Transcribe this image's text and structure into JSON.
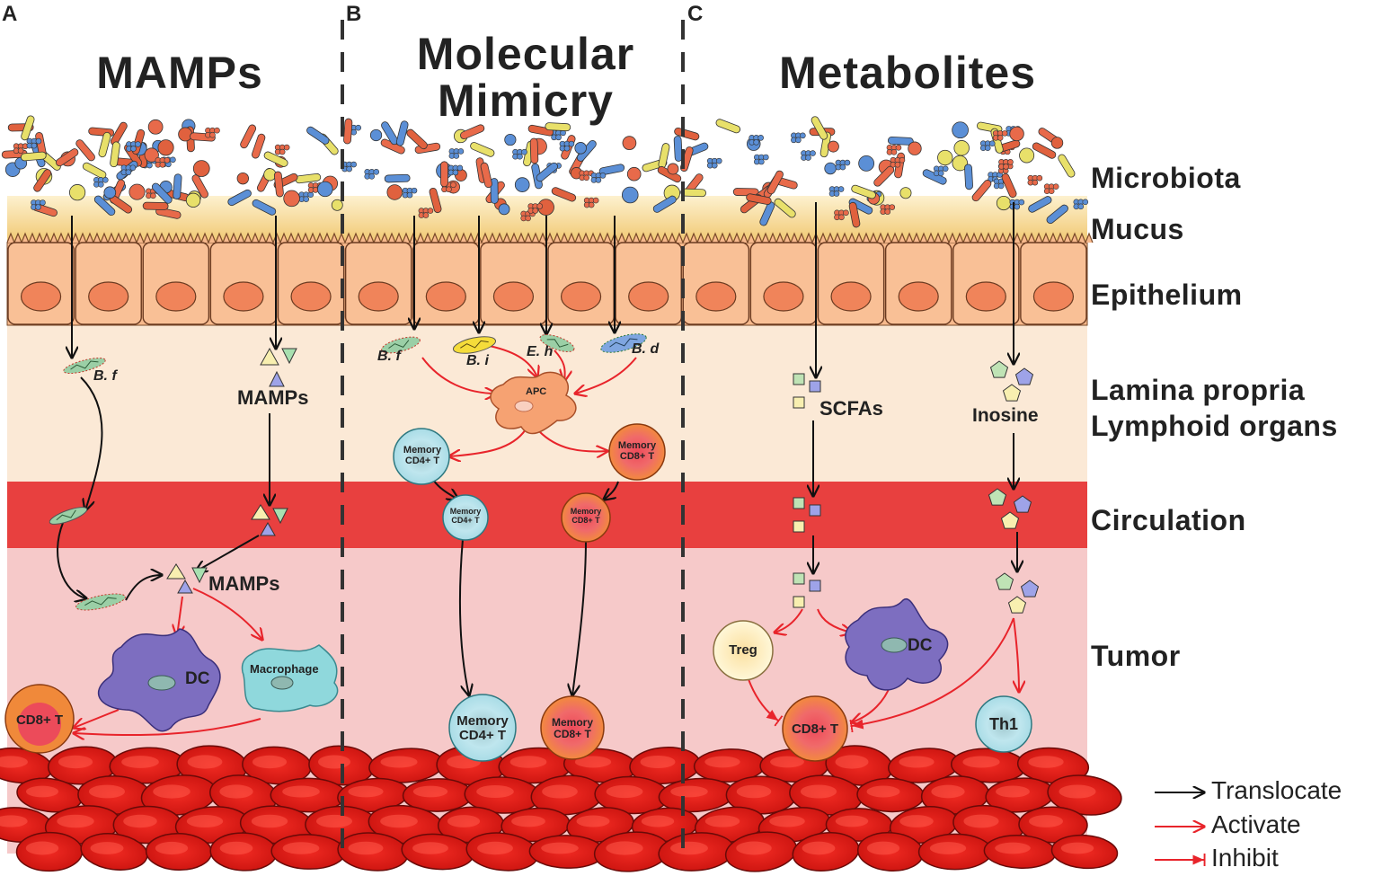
{
  "panels": [
    {
      "letter": "A",
      "title": "MAMPs"
    },
    {
      "letter": "B",
      "title": "Molecular Mimicry"
    },
    {
      "letter": "C",
      "title": "Metabolites"
    }
  ],
  "layers": {
    "microbiota": "Microbiota",
    "mucus": "Mucus",
    "epithelium": "Epithelium",
    "lamina_propria": "Lamina propria",
    "lymphoid_organs": "Lymphoid organs",
    "circulation": "Circulation",
    "tumor": "Tumor"
  },
  "panel_a": {
    "bacterium": "B. f",
    "mamps_label_lp": "MAMPs",
    "mamps_label_tumor": "MAMPs",
    "dc": "DC",
    "macrophage": "Macrophage",
    "cd8": "CD8+ T"
  },
  "panel_b": {
    "bacteria": [
      "B. f",
      "B. i",
      "E. h",
      "B. d"
    ],
    "apc": "APC",
    "mem_cd4": "Memory CD4+ T",
    "mem_cd8": "Memory CD8+ T"
  },
  "panel_c": {
    "scfas": "SCFAs",
    "inosine": "Inosine",
    "treg": "Treg",
    "dc": "DC",
    "cd8": "CD8+ T",
    "th1": "Th1"
  },
  "legend": {
    "translocate": "Translocate",
    "activate": "Activate",
    "inhibit": "Inhibit"
  },
  "colors": {
    "translocate": "#111111",
    "activate": "#e8242b",
    "lamina": "#fbe9d6",
    "circulation": "#e8403f",
    "tumor": "#f6c9c9",
    "epithelium": "#f7b98c",
    "mucus": "#f3cf7a"
  }
}
